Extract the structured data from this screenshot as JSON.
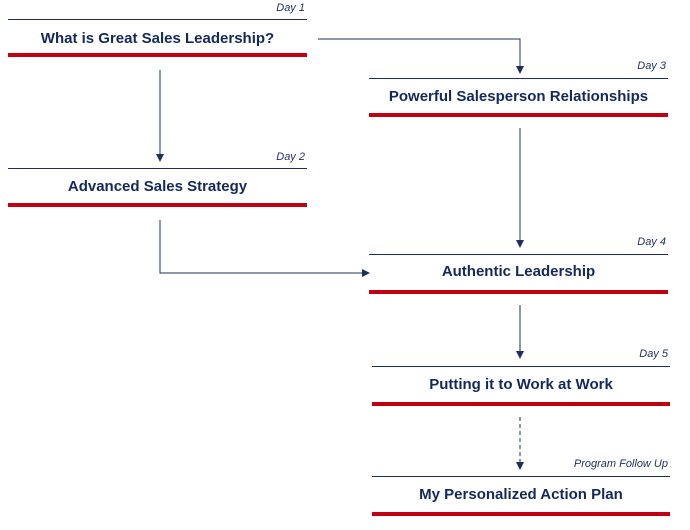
{
  "steps": [
    {
      "day": "Day 1",
      "title": "What is Great Sales Leadership?"
    },
    {
      "day": "Day 2",
      "title": "Advanced Sales Strategy"
    },
    {
      "day": "Day 3",
      "title": "Powerful Salesperson Relationships"
    },
    {
      "day": "Day 4",
      "title": "Authentic Leadership"
    },
    {
      "day": "Day 5",
      "title": "Putting it to Work at Work"
    },
    {
      "day": "Program Follow Up",
      "title": "My Personalized Action Plan"
    }
  ],
  "colors": {
    "navy": "#1f2f5c",
    "red": "#c00010",
    "text": "#14285a"
  }
}
